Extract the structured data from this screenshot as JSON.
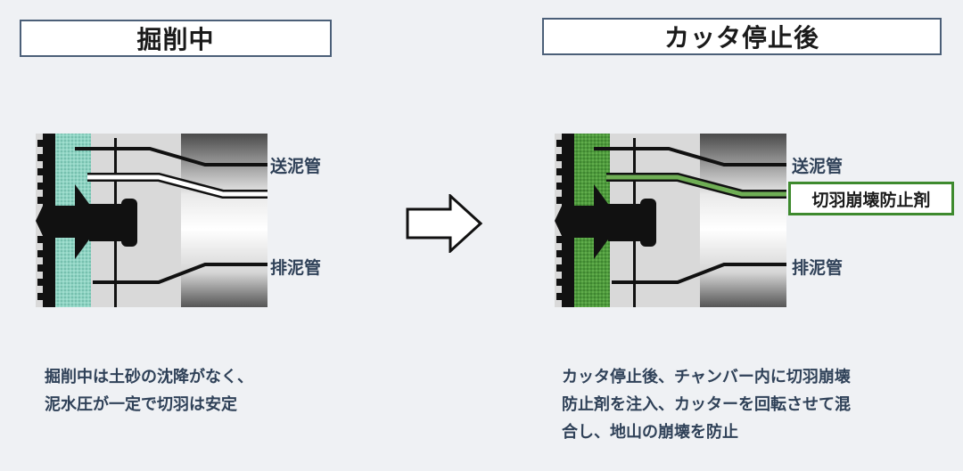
{
  "titles": {
    "left": "掘削中",
    "right": "カッタ停止後"
  },
  "labels": {
    "supply_pipe": "送泥管",
    "discharge_pipe": "排泥管",
    "anti_collapse_agent": "切羽崩壊防止剤"
  },
  "descriptions": {
    "left": [
      "掘削中は土砂の沈降がなく、",
      "泥水圧が一定で切羽は安定"
    ],
    "right": [
      "カッタ停止後、チャンバー内に切羽崩壊",
      "防止剤を注入、カッターを回転させて混",
      "合し、地山の崩壊を防止"
    ]
  },
  "colors": {
    "title_border": "#4b5f78",
    "label_text": "#2f4158",
    "chamber_slurry": "#8fd4c3",
    "chamber_mixed": "#4e9b3c",
    "agent_line": "#6fae55",
    "agent_box_border": "#3e8a2e"
  }
}
